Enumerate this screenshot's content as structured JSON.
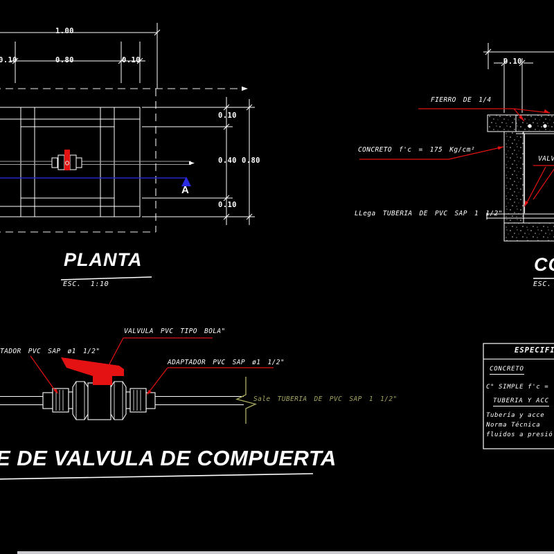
{
  "colors": {
    "background": "#000000",
    "line": "#ffffff",
    "red": "#e41212",
    "blue": "#2a2ae0",
    "olive": "#a6a65e",
    "pipe_gray": "#9f9f9f",
    "bottom_bar": "#cacacf"
  },
  "plan": {
    "title": "PLANTA",
    "scale": "ESC.  1:10",
    "section_marker": "A",
    "dims": {
      "overall_width": "1.00",
      "left_wall": "0.10",
      "inner_width": "0.80",
      "right_wall": "0.10",
      "top_wall": "0.10",
      "axis_offset": "0.40",
      "overall_height": "0.80",
      "bottom_wall": "0.10"
    }
  },
  "section": {
    "title": "CO",
    "scale": "ESC.",
    "wall_dim": "0.10",
    "labels": {
      "rebar": "FIERRO DE 1/4",
      "concrete": "CONCRETO f'c = 175 Kg/cm²",
      "valve": "VALV",
      "pipe_in": "LLega TUBERIA DE PVC SAP 1 1/2\""
    }
  },
  "detail": {
    "title": "E DE VALVULA DE COMPUERTA",
    "labels": {
      "valve": "VALVULA PVC TIPO BOLA\"",
      "adapter_left": "TADOR PVC SAP ø1 1/2\"",
      "adapter_right": "ADAPTADOR PVC SAP ø1 1/2\"",
      "pipe_out": "Sale TUBERIA DE PVC SAP 1 1/2\""
    }
  },
  "specs": {
    "title": "ESPECIFIC",
    "concrete_heading": "CONCRETO",
    "concrete_line": "C° SIMPLE f'c =",
    "pipes_heading": "TUBERIA Y ACC",
    "pipes_lines": [
      "Tubería y acce",
      "Norma Técnica",
      "fluidos a presió"
    ]
  }
}
